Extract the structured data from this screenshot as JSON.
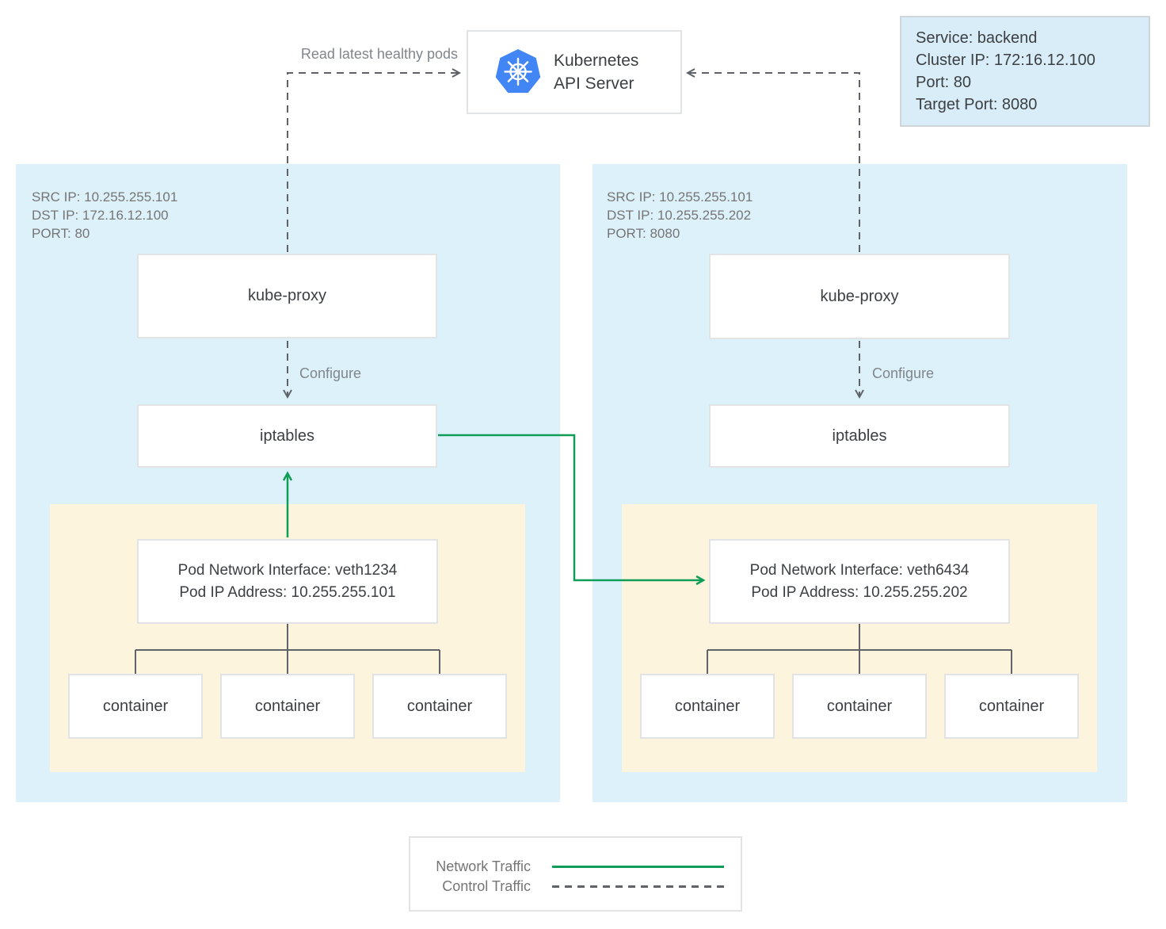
{
  "colors": {
    "node_bg": "#ddf1fb",
    "pod_bg": "#fcf4dd",
    "service_box_bg": "#d9edf9",
    "network_traffic_green": "#0f9d58",
    "control_traffic_gray": "#5f6368",
    "box_border": "#e2e3e5",
    "dark_text": "#3c4043",
    "muted_text": "#757575",
    "annotation_text": "#80868b",
    "kubernetes_logo_blue": "#4285f4"
  },
  "api_server": {
    "label_line1": "Kubernetes",
    "label_line2": "API Server",
    "logo": "kubernetes-helm-icon"
  },
  "service_info": {
    "service": "Service: backend",
    "cluster_ip": "Cluster IP: 172:16.12.100",
    "port": "Port: 80",
    "target_port": "Target Port: 8080"
  },
  "annotations": {
    "read_latest_healthy_pods": "Read latest healthy pods",
    "configure_left": "Configure",
    "configure_right": "Configure"
  },
  "nodes": [
    {
      "packet_info": {
        "src_ip": "SRC IP: 10.255.255.101",
        "dst_ip": "DST IP: 172.16.12.100",
        "port": "PORT: 80"
      },
      "kube_proxy": "kube-proxy",
      "iptables": "iptables",
      "pod": {
        "interface": "Pod Network Interface: veth1234",
        "ip": "Pod IP Address: 10.255.255.101",
        "containers": [
          "container",
          "container",
          "container"
        ]
      }
    },
    {
      "packet_info": {
        "src_ip": "SRC IP: 10.255.255.101",
        "dst_ip": "DST IP: 10.255.255.202",
        "port": "PORT: 8080"
      },
      "kube_proxy": "kube-proxy",
      "iptables": "iptables",
      "pod": {
        "interface": "Pod Network Interface: veth6434",
        "ip": "Pod IP Address: 10.255.255.202",
        "containers": [
          "container",
          "container",
          "container"
        ]
      }
    }
  ],
  "legend": {
    "network_traffic": "Network Traffic",
    "control_traffic": "Control Traffic"
  }
}
